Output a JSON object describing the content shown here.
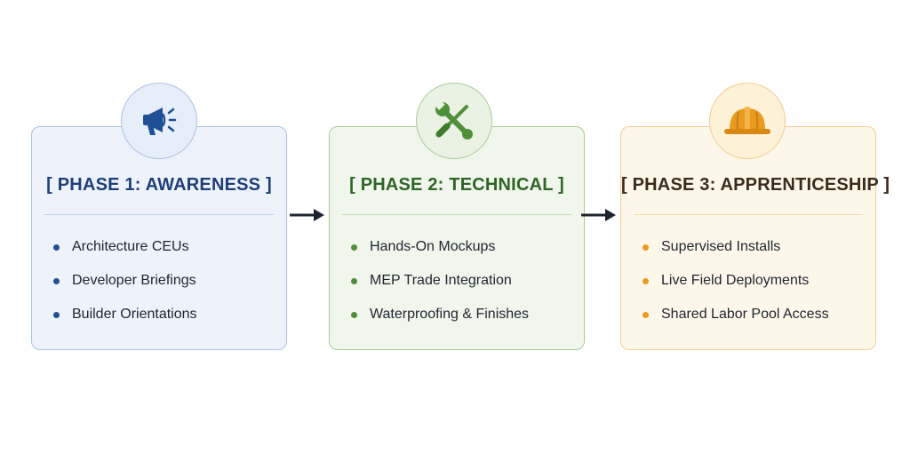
{
  "phases": [
    {
      "title": "[ PHASE 1: AWARENESS ]",
      "icon": "megaphone-icon",
      "accent": "#1f4f95",
      "items": [
        "Architecture CEUs",
        "Developer Briefings",
        "Builder Orientations"
      ]
    },
    {
      "title": "[ PHASE 2: TECHNICAL ]",
      "icon": "wrench-screwdriver-icon",
      "accent": "#4f8f3a",
      "items": [
        "Hands-On Mockups",
        "MEP Trade Integration",
        "Waterproofing & Finishes"
      ]
    },
    {
      "title": "[ PHASE 3: APPRENTICESHIP ]",
      "icon": "hard-hat-icon",
      "accent": "#ea9a1f",
      "items": [
        "Supervised Installs",
        "Live Field Deployments",
        "Shared Labor Pool Access"
      ]
    }
  ]
}
